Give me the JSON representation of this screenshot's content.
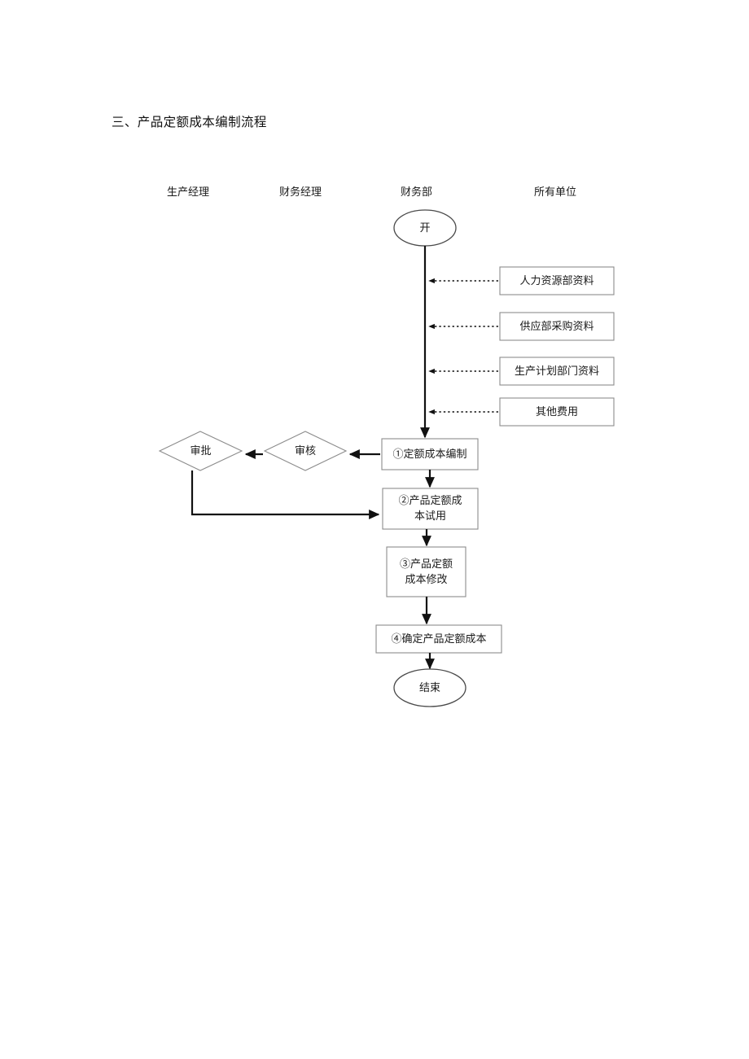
{
  "document": {
    "title": "三、产品定额成本编制流程"
  },
  "swimlanes": [
    {
      "label": "生产经理"
    },
    {
      "label": "财务经理"
    },
    {
      "label": "财务部"
    },
    {
      "label": "所有单位"
    }
  ],
  "flowchart": {
    "type": "flowchart",
    "orientation": "top-to-bottom",
    "terminators": {
      "start": "开",
      "end": "结束"
    },
    "decisions": [
      {
        "id": "approve",
        "label": "审批",
        "lane": "生产经理"
      },
      {
        "id": "review",
        "label": "审核",
        "lane": "财务经理"
      }
    ],
    "processes": [
      {
        "id": "p1",
        "label": "①定额成本编制",
        "lane": "财务部"
      },
      {
        "id": "p2",
        "label": "②产品定额成\n本试用",
        "lane": "财务部"
      },
      {
        "id": "p3",
        "label": "③产品定额\n成本修改",
        "lane": "财务部"
      },
      {
        "id": "p4",
        "label": "④确定产品定额成本",
        "lane": "财务部"
      }
    ],
    "inputs": [
      {
        "id": "in-0",
        "label": "人力资源部资料",
        "lane": "所有单位"
      },
      {
        "id": "in-1",
        "label": "供应部采购资料",
        "lane": "所有单位"
      },
      {
        "id": "in-2",
        "label": "生产计划部门资料",
        "lane": "所有单位"
      },
      {
        "id": "in-3",
        "label": "其他费用",
        "lane": "所有单位"
      }
    ],
    "colors": {
      "line": "#111111",
      "shape_stroke": "#808080",
      "shape_fill": "#ffffff",
      "text": "#1a1a1a",
      "background": "#ffffff"
    }
  }
}
